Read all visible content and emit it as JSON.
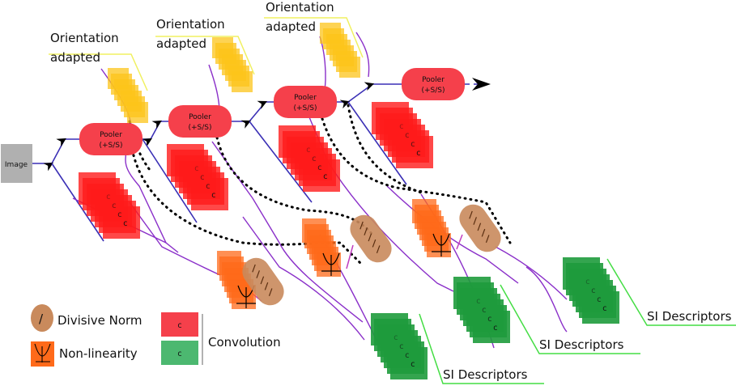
{
  "diagram": {
    "input_label": "Image",
    "pooler_label_line1": "Pooler",
    "pooler_label_line2": "(+S/S)",
    "conv_glyph": "c",
    "orientation_label_line1": "Orientation",
    "orientation_label_line2": "adapted",
    "descriptor_label": "SI Descriptors",
    "stages": [
      {
        "name": "stage-1"
      },
      {
        "name": "stage-2"
      },
      {
        "name": "stage-3"
      },
      {
        "name": "stage-4"
      }
    ]
  },
  "legend": {
    "divisive_norm": "Divisive Norm",
    "non_linearity": "Non-linearity",
    "convolution": "Convolution",
    "conv_glyph": "c",
    "divnorm_glyph": "/"
  },
  "colors": {
    "pooler": "#f5404b",
    "conv_red": "#ff1a1a",
    "conv_red_light": "#ff4d4d",
    "orientation": "#fcc419",
    "orientation_line": "#f0f060",
    "descriptor": "#1e9b3c",
    "descriptor_line": "#44dd44",
    "nonlin": "#ff6a1a",
    "divnorm": "#c98a5c",
    "flow_blue": "#3a2fb5",
    "flow_purple": "#8a2fc9",
    "image_box": "#b0b0b0"
  }
}
